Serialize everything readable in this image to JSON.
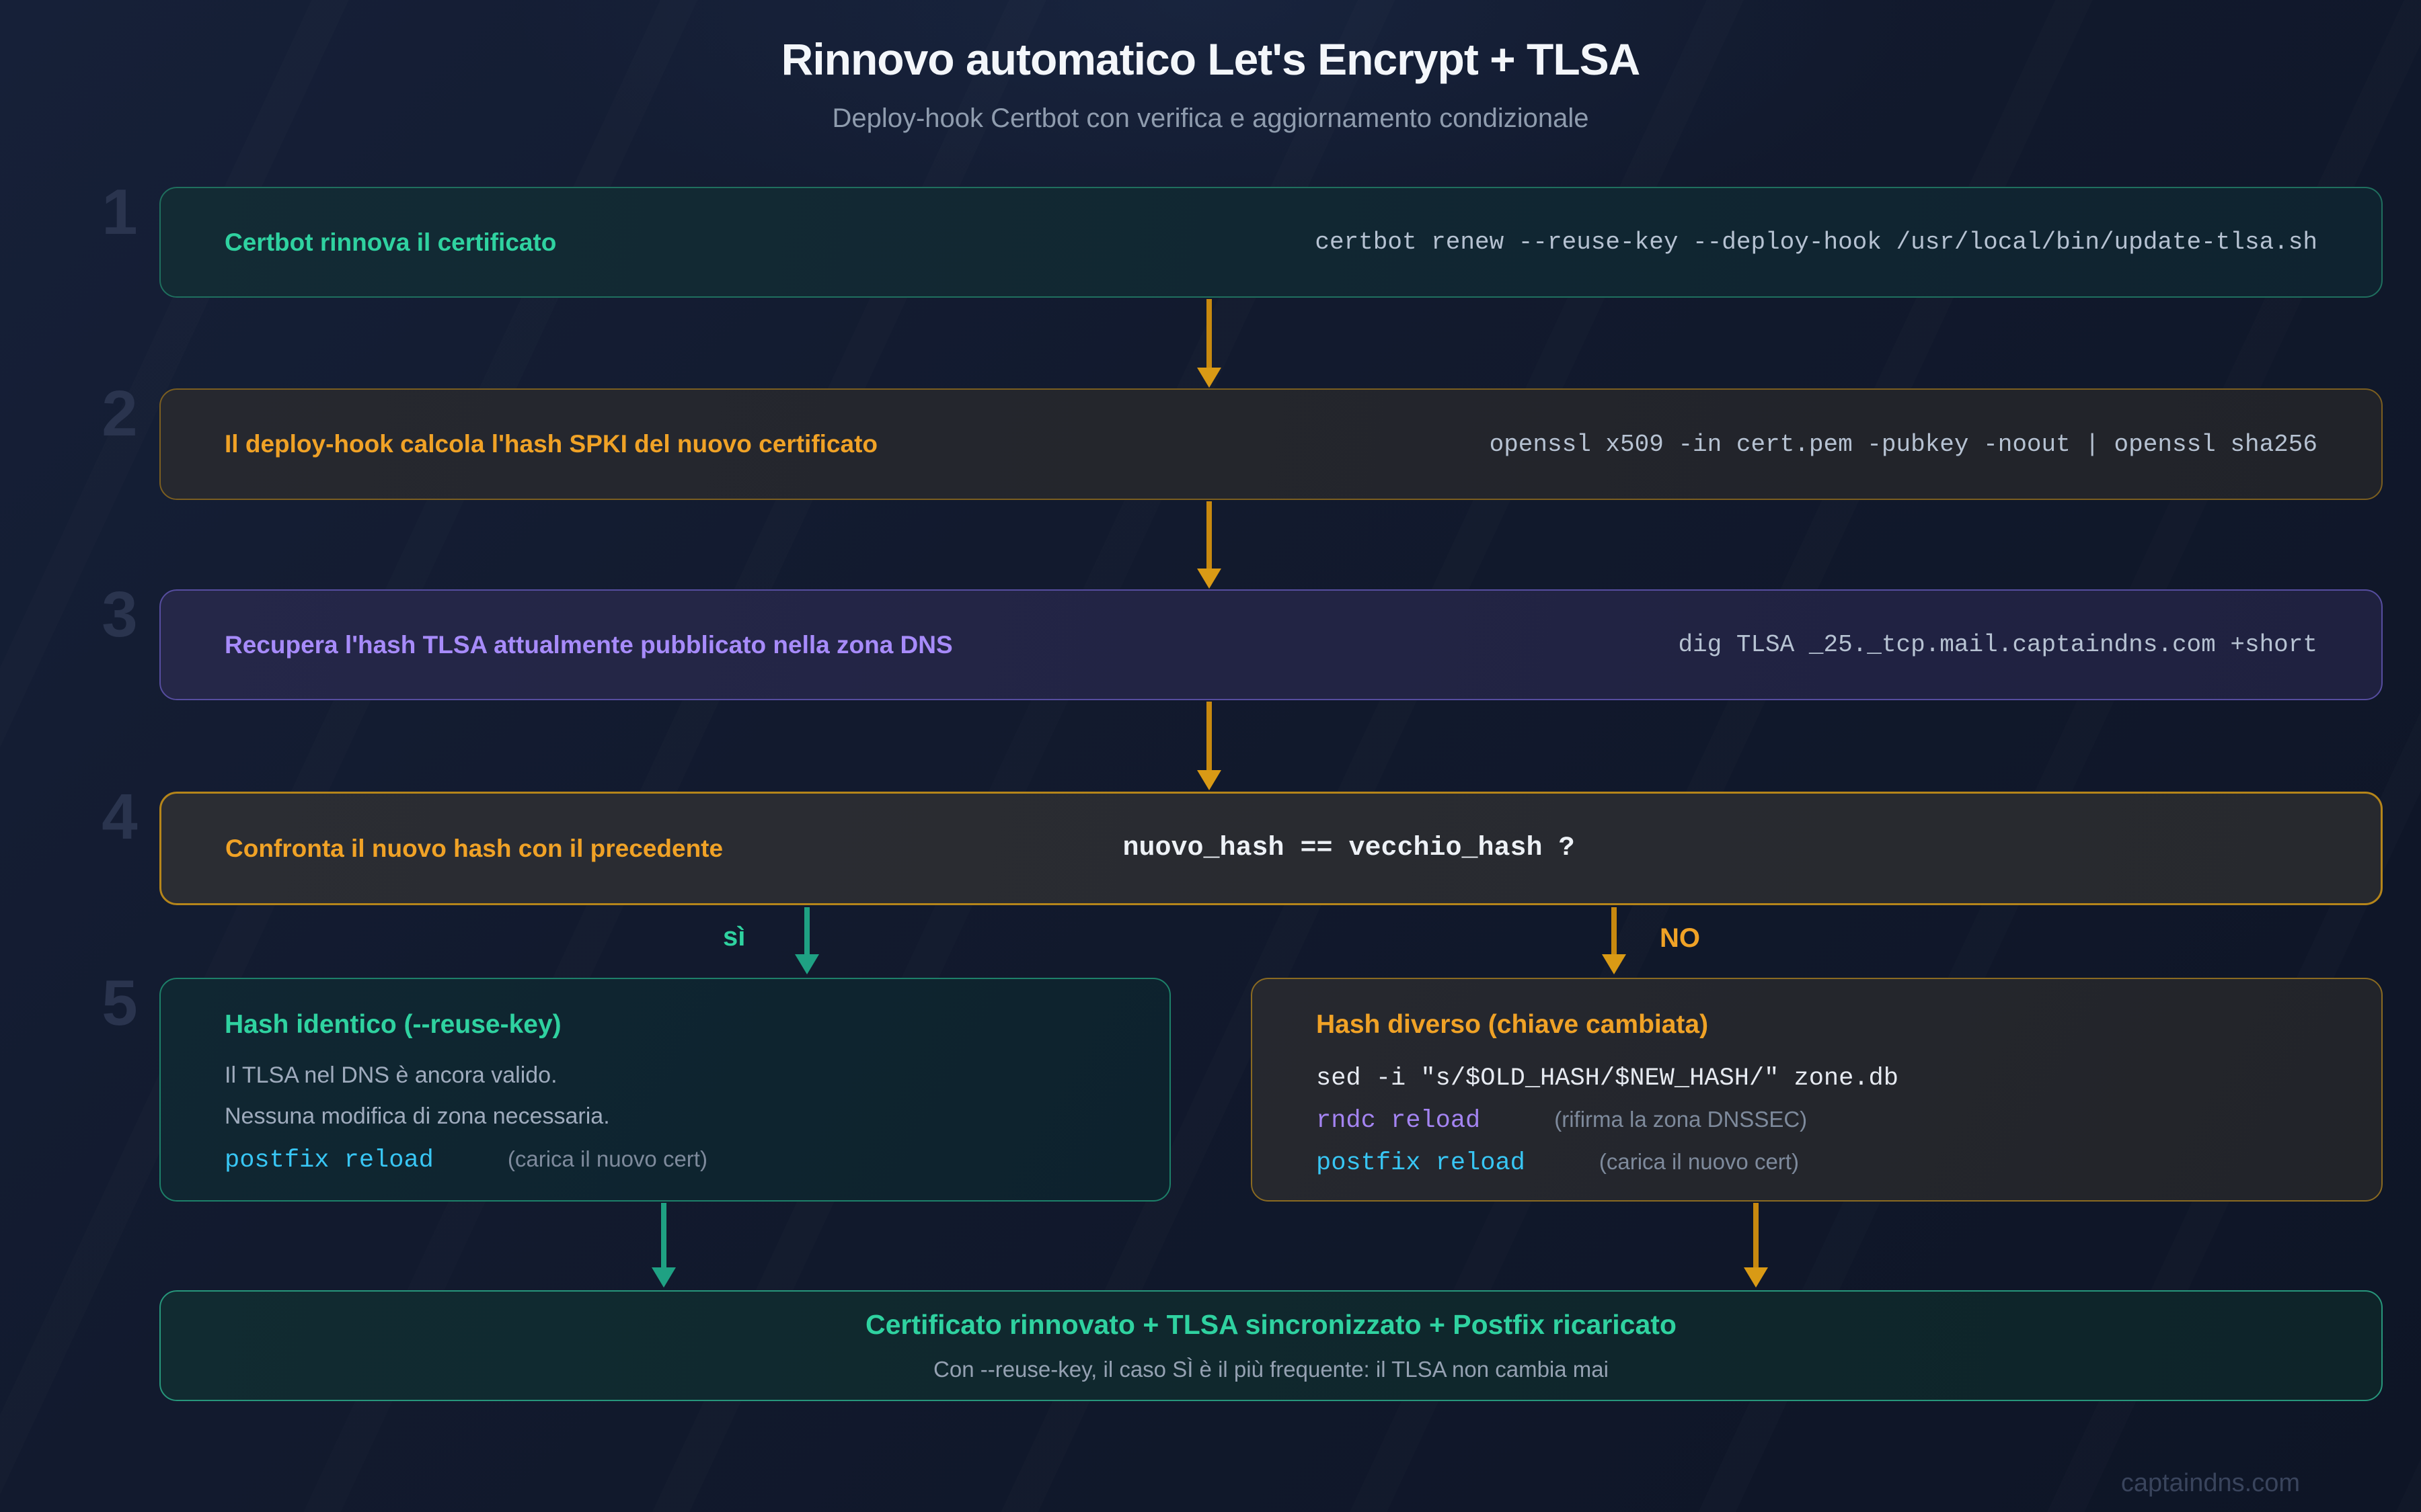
{
  "header": {
    "title": "Rinnovo automatico Let's Encrypt + TLSA",
    "subtitle": "Deploy-hook Certbot con verifica e aggiornamento condizionale"
  },
  "steps": [
    {
      "number": "1",
      "label": "Certbot rinnova il certificato",
      "command": "certbot renew --reuse-key --deploy-hook /usr/local/bin/update-tlsa.sh"
    },
    {
      "number": "2",
      "label": "Il deploy-hook calcola l'hash SPKI del nuovo certificato",
      "command": "openssl x509 -in cert.pem -pubkey -noout | openssl sha256"
    },
    {
      "number": "3",
      "label": "Recupera l'hash TLSA attualmente pubblicato nella zona DNS",
      "command": "dig TLSA _25._tcp.mail.captaindns.com +short"
    },
    {
      "number": "4",
      "label": "Confronta il nuovo hash con il precedente",
      "command": "nuovo_hash == vecchio_hash ?"
    },
    {
      "number": "5"
    }
  ],
  "branch": {
    "yes_label": "sì",
    "no_label": "NO"
  },
  "yes_box": {
    "title": "Hash identico (--reuse-key)",
    "line1": "Il TLSA nel DNS è ancora valido.",
    "line2": "Nessuna modifica di zona necessaria.",
    "command": "postfix reload",
    "command_note": "(carica il nuovo cert)"
  },
  "no_box": {
    "title": "Hash diverso (chiave cambiata)",
    "command1": "sed -i \"s/$OLD_HASH/$NEW_HASH/\" zone.db",
    "command2": "rndc reload",
    "command2_note": "(rifirma la zona DNSSEC)",
    "command3": "postfix reload",
    "command3_note": "(carica il nuovo cert)"
  },
  "result_box": {
    "title": "Certificato rinnovato + TLSA sincronizzato + Postfix ricaricato",
    "subtitle": "Con --reuse-key, il caso SÌ è il più frequente: il TLSA non cambia mai"
  },
  "footer": {
    "watermark": "captaindns.com"
  },
  "colors": {
    "green": "#2fd2a0",
    "orange": "#f0a226",
    "purple": "#a78bfa",
    "cyan": "#38c6f4",
    "code_purple": "#a484f2",
    "arrow_orange": "#c8890f",
    "arrow_green": "#1fa183"
  }
}
